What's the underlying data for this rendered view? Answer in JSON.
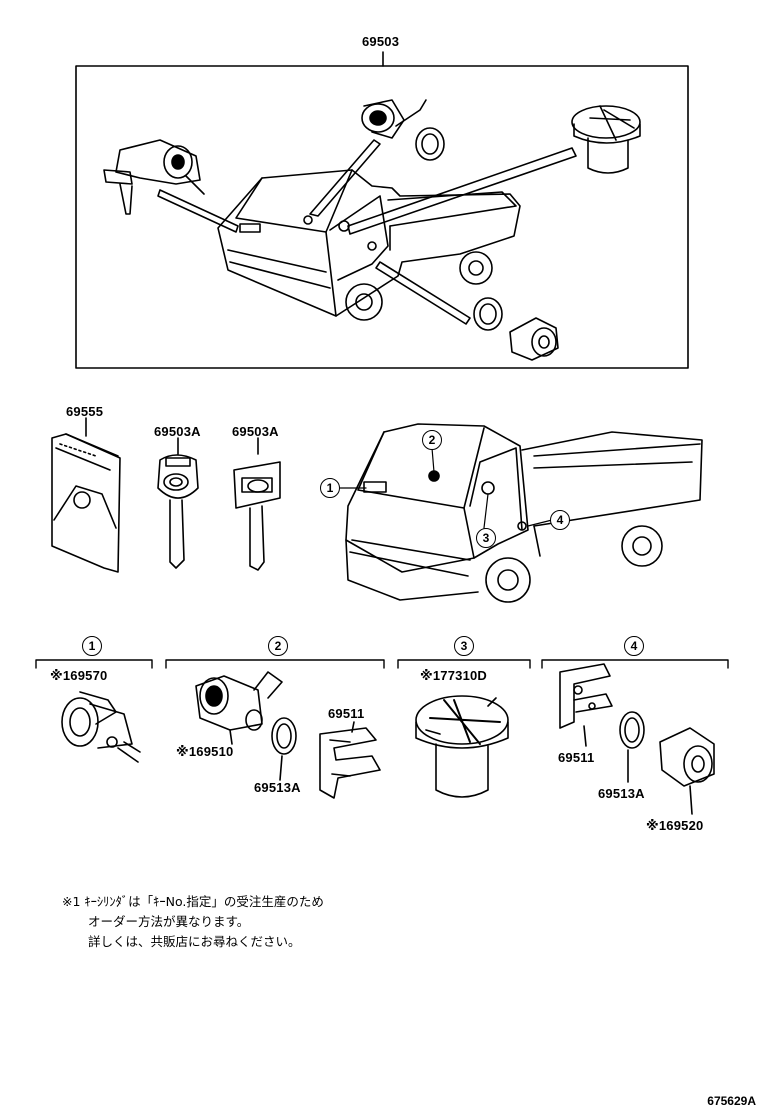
{
  "assembly": {
    "part_no": "69503"
  },
  "items": {
    "wallet": "69555",
    "key_a": "69503A",
    "key_b": "69503A"
  },
  "callouts": [
    "1",
    "2",
    "3",
    "4"
  ],
  "groups": [
    {
      "num": "1",
      "parts": [
        "169570"
      ]
    },
    {
      "num": "2",
      "parts": [
        "169510",
        "69513A",
        "69511"
      ]
    },
    {
      "num": "3",
      "parts": [
        "177310D"
      ]
    },
    {
      "num": "4",
      "parts": [
        "69511",
        "69513A",
        "169520"
      ]
    }
  ],
  "note": {
    "line1": "※1 ｷｰｼﾘﾝﾀﾞは「ｷｰNo.指定」の受注生産のため",
    "line2": "オーダー方法が異なります。",
    "line3": "詳しくは、共販店にお尋ねください。"
  },
  "illustration_code": "675629A"
}
